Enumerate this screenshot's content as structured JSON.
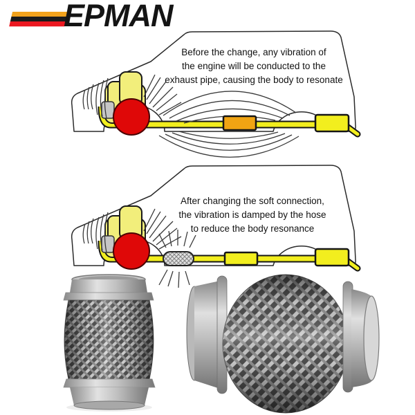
{
  "brand": {
    "name": "EPMAN",
    "stripes": [
      "#F2A21C",
      "#1B1B1B",
      "#EC1821"
    ]
  },
  "diagrams": {
    "before": {
      "lines": [
        "Before the change, any vibration of",
        "the engine will be conducted to the",
        "exhaust pipe, causing the body to resonate"
      ]
    },
    "after": {
      "lines": [
        "After changing the soft connection,",
        "the vibration is damped by the hose",
        "to reduce the body resonance"
      ]
    }
  },
  "palette": {
    "pipe_yellow": "#F2EE1E",
    "engine_yellow": "#F2EE7B",
    "resonator_orange": "#F0A413",
    "engine_red": "#DF0808",
    "flex_gray": "#E3E3E3",
    "outline": "#1A1A1A",
    "text": "#111111"
  },
  "images": {
    "left": "small-braided-flex-pipe",
    "right": "large-braided-flex-pipe"
  }
}
